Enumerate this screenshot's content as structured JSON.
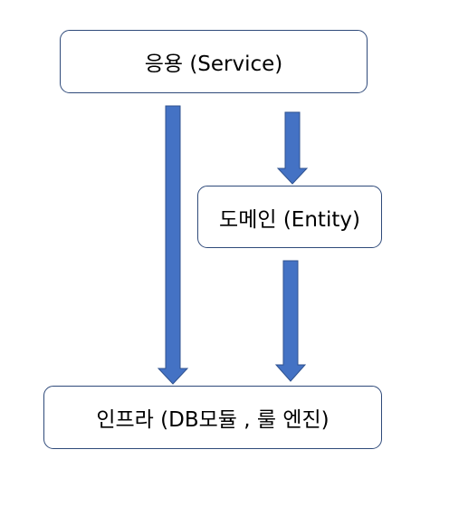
{
  "diagram": {
    "nodes": {
      "service": {
        "label": "응용 (Service)"
      },
      "domain": {
        "label": "도메인 (Entity)"
      },
      "infra": {
        "label": "인프라 (DB모듈 , 룰 엔진)"
      }
    },
    "edges": [
      {
        "from": "service",
        "to": "infra"
      },
      {
        "from": "service",
        "to": "domain"
      },
      {
        "from": "domain",
        "to": "infra"
      }
    ],
    "colors": {
      "arrow_fill": "#4472c4",
      "arrow_stroke": "#2f528f",
      "box_border": "#2f4a7a"
    }
  }
}
